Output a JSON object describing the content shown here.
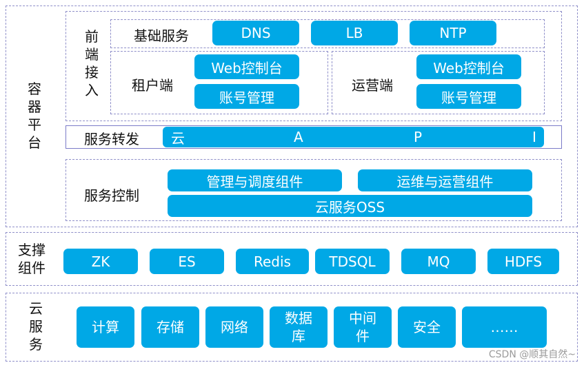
{
  "container_platform": {
    "label_chars": [
      "容",
      "器",
      "平",
      "台"
    ],
    "frontend_access": {
      "label_chars": [
        "前",
        "端",
        "接",
        "入"
      ],
      "base_services": {
        "label": "基础服务",
        "items": [
          "DNS",
          "LB",
          "NTP"
        ]
      },
      "tenant": {
        "label": "租户端",
        "items": [
          "Web控制台",
          "账号管理"
        ]
      },
      "operations": {
        "label": "运营端",
        "items": [
          "Web控制台",
          "账号管理"
        ]
      }
    },
    "service_forwarding": {
      "label": "服务转发",
      "bar_chars": [
        "云",
        "A",
        "P",
        "I"
      ]
    },
    "service_control": {
      "label": "服务控制",
      "items": [
        "管理与调度组件",
        "运维与运营组件",
        "云服务OSS"
      ]
    }
  },
  "support_components": {
    "label_lines": [
      "支撑",
      "组件"
    ],
    "items": [
      "ZK",
      "ES",
      "Redis",
      "TDSQL",
      "MQ",
      "HDFS"
    ]
  },
  "cloud_services": {
    "label_chars": [
      "云",
      "服",
      "务"
    ],
    "items": [
      {
        "lines": [
          "计算"
        ]
      },
      {
        "lines": [
          "存储"
        ]
      },
      {
        "lines": [
          "网络"
        ]
      },
      {
        "lines": [
          "数据",
          "库"
        ]
      },
      {
        "lines": [
          "中间",
          "件"
        ]
      },
      {
        "lines": [
          "安全"
        ]
      },
      {
        "lines": [
          "……"
        ]
      }
    ]
  },
  "watermark": "CSDN @顺其自然~",
  "colors": {
    "pill": "#00a8e6",
    "border": "#8e8ec9",
    "text": "#111111"
  }
}
